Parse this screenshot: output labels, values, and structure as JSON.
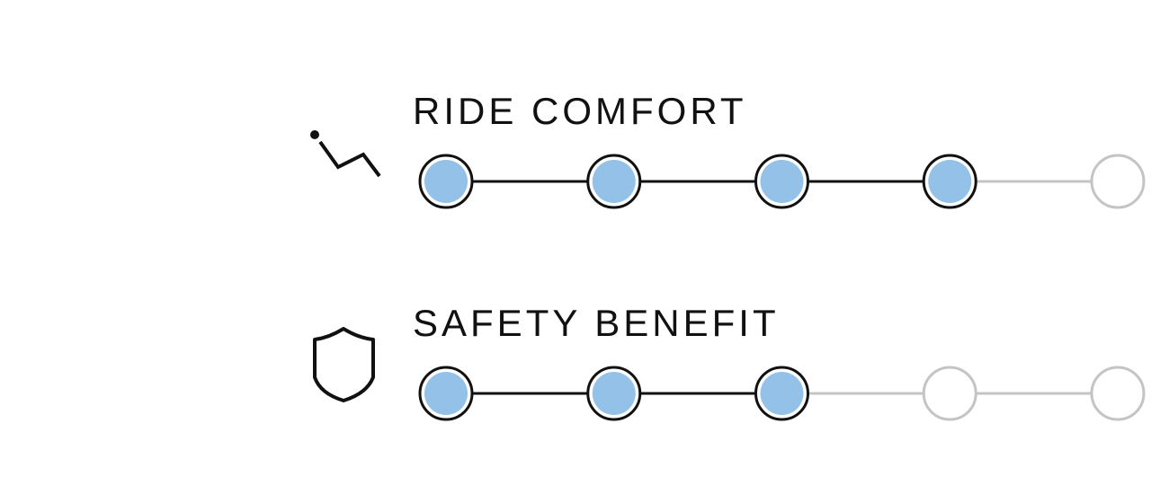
{
  "ratings": [
    {
      "id": "ride",
      "title": "RIDE COMFORT",
      "icon": "suspension-icon",
      "score": 4,
      "max": 5
    },
    {
      "id": "safety",
      "title": "SAFETY BENEFIT",
      "icon": "shield-icon",
      "score": 3,
      "max": 5
    }
  ],
  "colors": {
    "filled": "#93c1e8",
    "outline_active": "#111111",
    "outline_inactive": "#c4c4c4",
    "text": "#111111"
  }
}
